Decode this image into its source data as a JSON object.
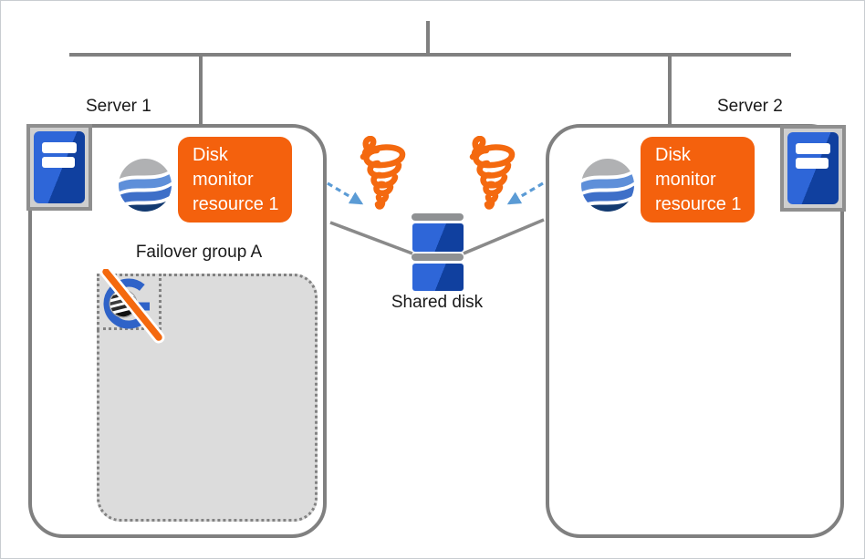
{
  "servers": [
    {
      "name": "Server 1",
      "monitor_badge": "Disk\nmonitor\nresource 1"
    },
    {
      "name": "Server 2",
      "monitor_badge": "Disk\nmonitor\nresource 1"
    }
  ],
  "failover_group": {
    "label": "Failover group A",
    "state": "stopped-resource-icon-with-slash"
  },
  "shared_disk": {
    "label": "Shared disk"
  },
  "icons": {
    "server_icon": "blue server tower in gray frame",
    "cluster_logo_icon": "striped sphere logo",
    "tornado_icon": "orange whirlwind",
    "dashed_arrow_icon": "blue dashed arrow",
    "group_resource_disabled_icon": "blue G around striped ball with orange slash",
    "shared_disk_icon": "two stacked blue disks"
  },
  "colors": {
    "line_gray": "#808080",
    "badge_orange": "#f4610d",
    "badge_text": "#ffffff",
    "arrow_blue": "#5b9bd5",
    "tornado_orange": "#f4690f",
    "group_fill": "#dcdcdc",
    "server_blue_light": "#2e66d8",
    "server_blue_dark": "#10409f",
    "logo_gray": "#b0b1b3",
    "logo_blue_light": "#5e8fd9",
    "logo_blue_mid": "#3e6fc8",
    "logo_blue_dark": "#133a70",
    "g_icon_blue": "#2f63c8",
    "slash_orange": "#f4690f"
  }
}
